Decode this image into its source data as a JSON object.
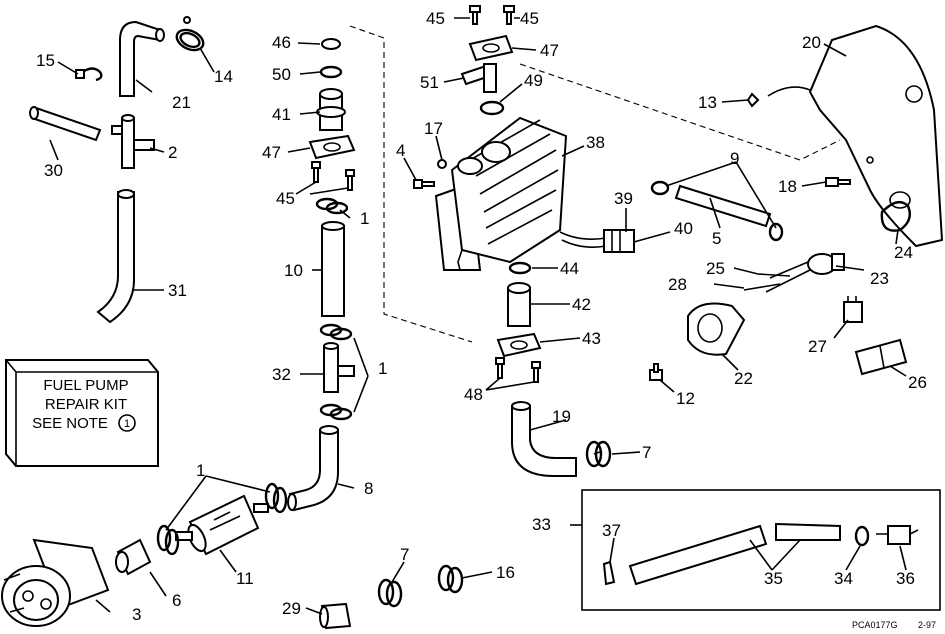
{
  "callouts": {
    "c1a": "1",
    "c1b": "1",
    "c1c": "1",
    "c2": "2",
    "c3": "3",
    "c4": "4",
    "c5": "5",
    "c6": "6",
    "c7a": "7",
    "c7b": "7",
    "c8": "8",
    "c9": "9",
    "c10": "10",
    "c11": "11",
    "c12": "12",
    "c13": "13",
    "c14": "14",
    "c15": "15",
    "c16": "16",
    "c17": "17",
    "c18": "18",
    "c19": "19",
    "c20": "20",
    "c21": "21",
    "c22": "22",
    "c23": "23",
    "c24": "24",
    "c25": "25",
    "c26": "26",
    "c27": "27",
    "c28": "28",
    "c29": "29",
    "c30": "30",
    "c31": "31",
    "c32": "32",
    "c33": "33",
    "c34": "34",
    "c35": "35",
    "c36": "36",
    "c37": "37",
    "c38": "38",
    "c39": "39",
    "c40": "40",
    "c41": "41",
    "c42": "42",
    "c43": "43",
    "c44": "44",
    "c45a": "45",
    "c45b": "45",
    "c45c": "45",
    "c46": "46",
    "c47a": "47",
    "c47b": "47",
    "c48": "48",
    "c49": "49",
    "c50": "50",
    "c51": "51"
  },
  "kit_note": {
    "line1": "FUEL PUMP",
    "line2": "REPAIR KIT",
    "line3": "SEE NOTE",
    "note_number": "1"
  },
  "footer": {
    "drawing_code": "PCA0177G",
    "revision": "2-97"
  }
}
